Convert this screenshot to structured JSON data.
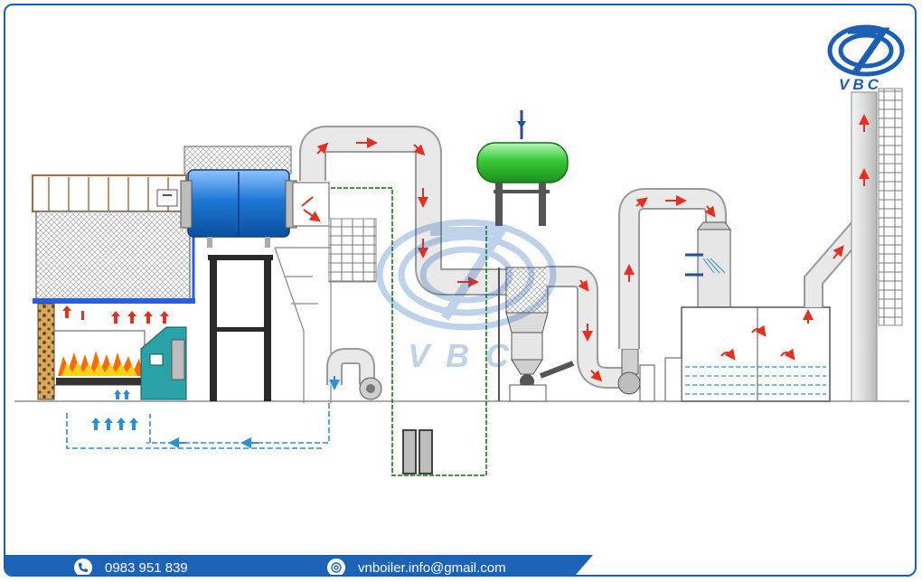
{
  "brand": {
    "name": "VBC",
    "color": "#1b5fb4"
  },
  "watermark": {
    "text": "VBC"
  },
  "footer": {
    "phone": "0983 951 839",
    "email": "vnboiler.info@gmail.com",
    "band_color": "#1c63b8"
  },
  "colors": {
    "flue_arrow": "#e53020",
    "water_line": "#2a8a2a",
    "air_line": "#2f8fd6",
    "boiler_drum": "#1f78d6",
    "deaerator_tank": "#37c837",
    "fire": "#ff6a00"
  },
  "icons": [
    "phone-icon",
    "email-icon",
    "vbc-logo-icon"
  ]
}
